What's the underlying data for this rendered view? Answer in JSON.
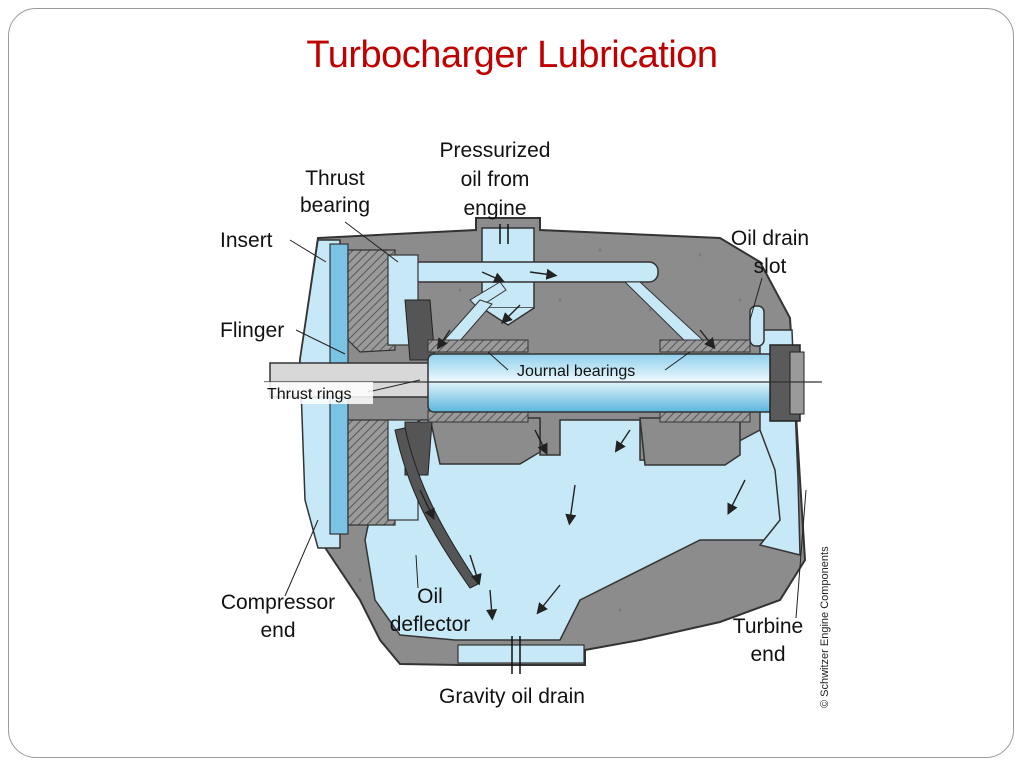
{
  "slide": {
    "title": "Turbocharger Lubrication"
  },
  "labels": {
    "thrust_bearing": [
      "Thrust",
      "bearing"
    ],
    "pressurized_oil": [
      "Pressurized",
      "oil from",
      "engine"
    ],
    "insert": "Insert",
    "oil_drain_slot": [
      "Oil drain",
      "slot"
    ],
    "flinger": "Flinger",
    "journal_bearings": "Journal bearings",
    "thrust_rings": "Thrust rings",
    "compressor_end": [
      "Compressor",
      "end"
    ],
    "oil_deflector": [
      "Oil",
      "deflector"
    ],
    "turbine_end": [
      "Turbine",
      "end"
    ],
    "gravity_oil_drain": "Gravity oil drain"
  },
  "credit": "© Schwitzer Engine Components",
  "colors": {
    "title": "#c00000",
    "housing": "#8c8c8c",
    "oil": "#bfe6f5",
    "oil_dark": "#3aa6d6",
    "shaft": "#d9edf7"
  }
}
